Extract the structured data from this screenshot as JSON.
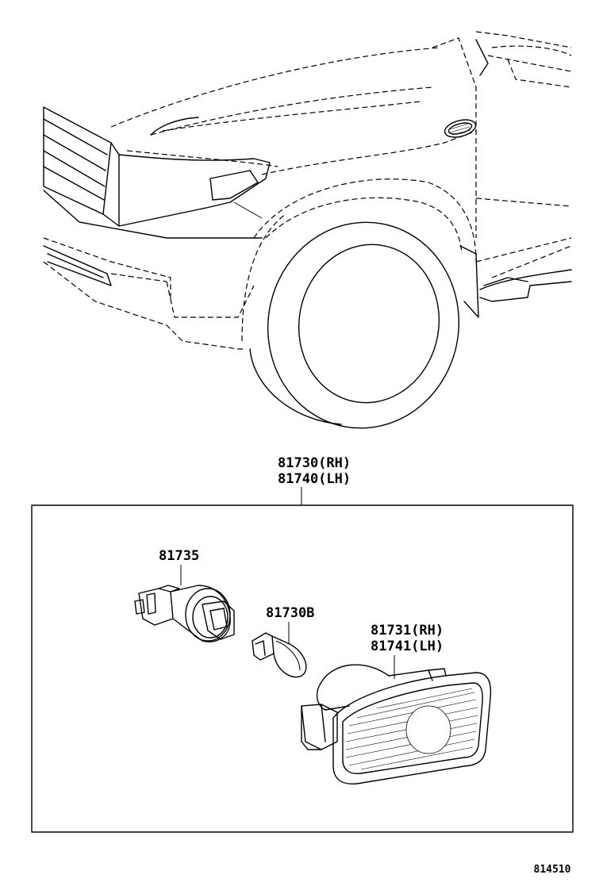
{
  "diagram": {
    "assembly_label": {
      "line1": "81730(RH)",
      "line2": "81740(LH)"
    },
    "socket_label": "81735",
    "bulb_label": "81730B",
    "lens_label": {
      "line1": "81731(RH)",
      "line2": "81741(LH)"
    },
    "figure_number": "814510"
  }
}
